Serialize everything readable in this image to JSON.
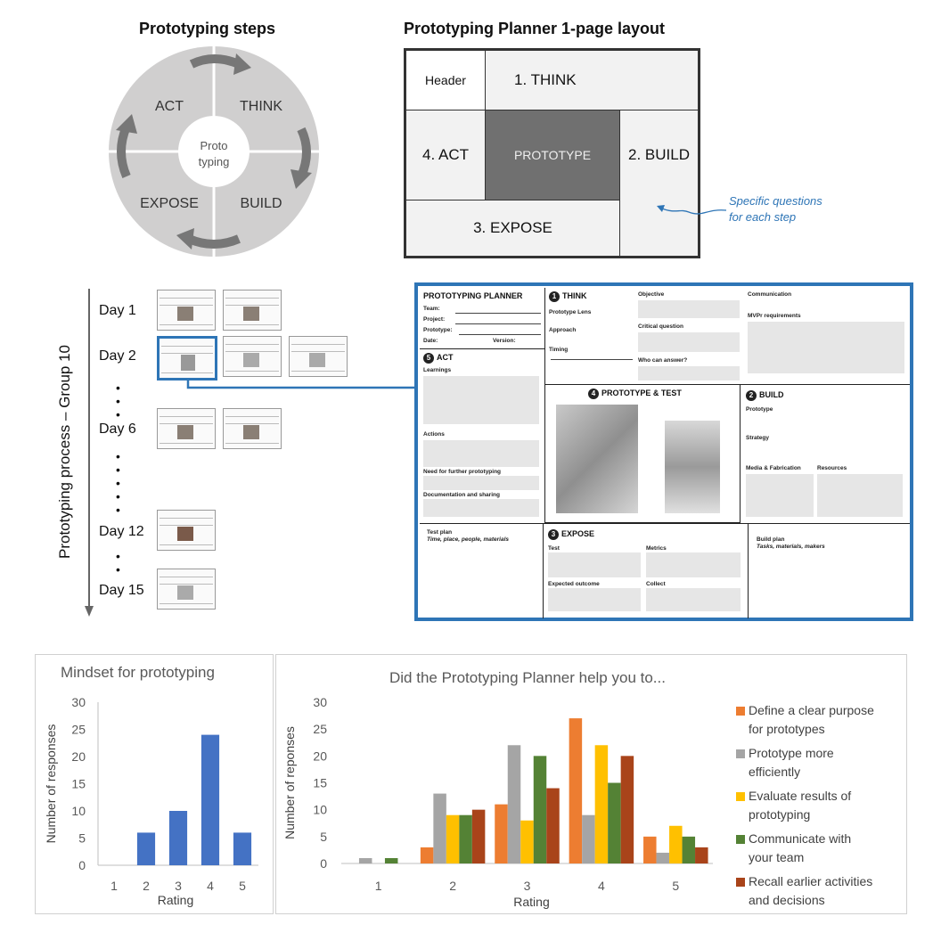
{
  "steps_title": "Prototyping steps",
  "cycle": {
    "center": [
      "Proto",
      "typing"
    ],
    "act": "ACT",
    "think": "THINK",
    "expose": "EXPOSE",
    "build": "BUILD"
  },
  "layout_title": "Prototyping Planner 1-page layout",
  "layout": {
    "header": "Header",
    "think": "1. THINK",
    "act": "4. ACT",
    "prototype": "PROTOTYPE",
    "build": "2. BUILD",
    "expose": "3. EXPOSE",
    "note_line1": "Specific questions",
    "note_line2": "for each step"
  },
  "process": {
    "axis_label": "Prototyping process – Group 10",
    "days": [
      "Day 1",
      "Day 2",
      "Day 6",
      "Day 12",
      "Day 15"
    ],
    "dots": "•"
  },
  "planner": {
    "title": "PROTOTYPING PLANNER",
    "fields": [
      "Team:",
      "Project:",
      "Prototype:",
      "Date:"
    ],
    "version": "Version:",
    "think": "THINK",
    "act": "ACT",
    "build": "BUILD",
    "expose": "EXPOSE",
    "proto_test": "PROTOTYPE & TEST",
    "labels": {
      "objective": "Objective",
      "communication": "Communication",
      "lens": "Prototype Lens",
      "approach": "Approach",
      "timing": "Timing",
      "critical": "Critical question",
      "who": "Who can answer?",
      "mvp": "MVPr requirements",
      "learnings": "Learnings",
      "actions": "Actions",
      "need": "Need for further prototyping",
      "doc": "Documentation and sharing",
      "prototype": "Prototype",
      "strategy": "Strategy",
      "media": "Media & Fabrication",
      "resources": "Resources",
      "build_plan": "Build plan",
      "build_plan_sub": "Tasks, materials, makers",
      "test_plan": "Test plan",
      "test_plan_sub": "Time, place, people, materials",
      "test": "Test",
      "metrics": "Metrics",
      "expected": "Expected outcome",
      "collect": "Collect"
    }
  },
  "chart_data": [
    {
      "type": "bar",
      "title": "Mindset for prototyping",
      "xlabel": "Rating",
      "ylabel": "Number of responses",
      "categories": [
        "1",
        "2",
        "3",
        "4",
        "5"
      ],
      "values": [
        0,
        6,
        10,
        24,
        6
      ],
      "ylim": [
        0,
        30
      ],
      "yticks": [
        "0",
        "5",
        "10",
        "15",
        "20",
        "25",
        "30"
      ],
      "color": "#4472c4"
    },
    {
      "type": "bar",
      "title": "Did the Prototyping Planner help you to...",
      "xlabel": "Rating",
      "ylabel": "Number of reponses",
      "categories": [
        "1",
        "2",
        "3",
        "4",
        "5"
      ],
      "ylim": [
        0,
        30
      ],
      "yticks": [
        "0",
        "5",
        "10",
        "15",
        "20",
        "25",
        "30"
      ],
      "legend": "right",
      "series": [
        {
          "name": [
            "Define a clear purpose",
            "for prototypes"
          ],
          "color": "#ed7d31",
          "values": [
            0,
            3,
            11,
            27,
            5
          ]
        },
        {
          "name": [
            "Prototype more",
            "efficiently"
          ],
          "color": "#a5a5a5",
          "values": [
            1,
            13,
            22,
            9,
            2
          ]
        },
        {
          "name": [
            "Evaluate results of",
            "prototyping"
          ],
          "color": "#ffc000",
          "values": [
            0,
            9,
            8,
            22,
            7
          ]
        },
        {
          "name": [
            "Communicate with",
            "your team"
          ],
          "color": "#548235",
          "values": [
            1,
            9,
            20,
            15,
            5
          ]
        },
        {
          "name": [
            "Recall earlier activities",
            "and decisions"
          ],
          "color": "#a9441a",
          "values": [
            0,
            10,
            14,
            20,
            3
          ]
        }
      ]
    }
  ]
}
